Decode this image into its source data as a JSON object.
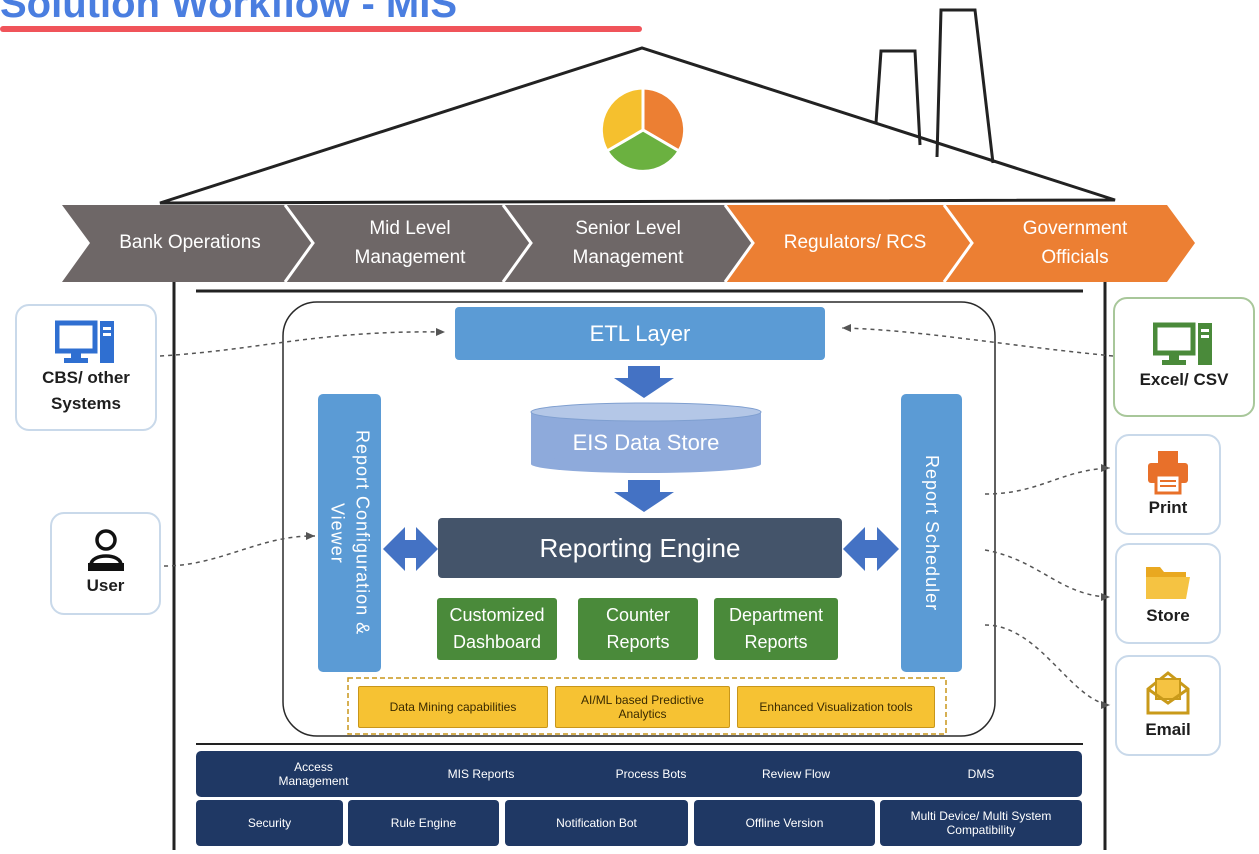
{
  "title": "Solution Workflow - MIS",
  "stakeholders": [
    "Bank Operations",
    "Mid Level Management",
    "Senior Level Management",
    "Regulators/ RCS",
    "Government Officials"
  ],
  "left_inputs": {
    "cbs": "CBS/ other Systems",
    "user": "User"
  },
  "right_outputs": {
    "excel": "Excel/ CSV",
    "print": "Print",
    "store": "Store",
    "email": "Email"
  },
  "core": {
    "etl": "ETL Layer",
    "data_store": "EIS Data Store",
    "reporting_engine": "Reporting Engine",
    "report_config": "Report Configuration & Viewer",
    "report_scheduler": "Report Scheduler"
  },
  "reports": [
    "Customized Dashboard",
    "Counter Reports",
    "Department Reports"
  ],
  "capabilities": [
    "Data Mining capabilities",
    "AI/ML based Predictive Analytics",
    "Enhanced Visualization tools"
  ],
  "foundation_row1": [
    "Access Management",
    "MIS Reports",
    "Process Bots",
    "Review Flow",
    "DMS"
  ],
  "foundation_row2": [
    "Security",
    "Rule Engine",
    "Notification Bot",
    "Offline Version",
    "Multi Device/ Multi System Compatibility"
  ],
  "colors": {
    "title": "#4a7ee0",
    "chevron_grey": "#6e6767",
    "chevron_orange": "#ec7f33",
    "etl_blue": "#5b9bd5",
    "engine_navy": "#44546a",
    "report_green": "#4a8a3a",
    "capability_yellow": "#f6c233",
    "foundation_navy": "#1f3864"
  },
  "icons": [
    "pie-chart-icon",
    "computer-icon",
    "user-laptop-icon",
    "printer-icon",
    "folder-icon",
    "envelope-icon"
  ]
}
